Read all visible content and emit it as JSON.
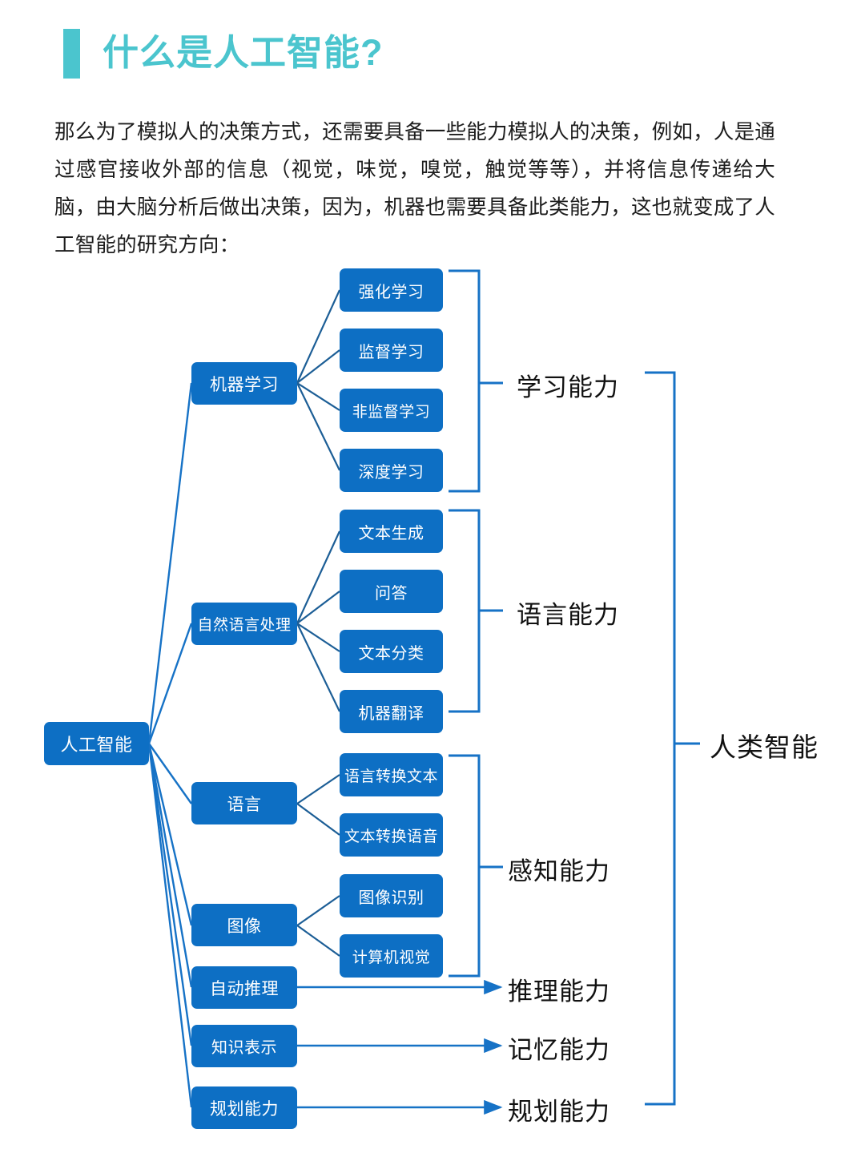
{
  "header": {
    "title": "什么是人工智能?",
    "accent_color": "#4BC5CE"
  },
  "intro": {
    "paragraph": "那么为了模拟人的决策方式，还需要具备一些能力模拟人的决策，例如，人是通过感官接收外部的信息（视觉，味觉，嗅觉，触觉等等），并将信息传递给大脑，由大脑分析后做出决策，因为，机器也需要具备此类能力，这也就变成了人工智能的研究方向："
  },
  "diagram": {
    "node_color": "#0D6FC4",
    "line_color": "#1672C6",
    "root": {
      "label": "人工智能"
    },
    "branches": [
      {
        "label": "机器学习",
        "capability": "学习能力",
        "children": [
          "强化学习",
          "监督学习",
          "非监督学习",
          "深度学习"
        ]
      },
      {
        "label": "自然语言处理",
        "capability": "语言能力",
        "children": [
          "文本生成",
          "问答",
          "文本分类",
          "机器翻译"
        ]
      },
      {
        "label": "语言",
        "capability": "感知能力",
        "children": [
          "语言转换文本",
          "文本转换语音"
        ]
      },
      {
        "label": "图像",
        "capability": "感知能力",
        "children": [
          "图像识别",
          "计算机视觉"
        ]
      },
      {
        "label": "自动推理",
        "capability": "推理能力",
        "children": []
      },
      {
        "label": "知识表示",
        "capability": "记忆能力",
        "children": []
      },
      {
        "label": "规划能力",
        "capability": "规划能力",
        "children": []
      }
    ],
    "capabilities": [
      "学习能力",
      "语言能力",
      "感知能力",
      "推理能力",
      "记忆能力",
      "规划能力"
    ],
    "summary": "人类智能"
  }
}
